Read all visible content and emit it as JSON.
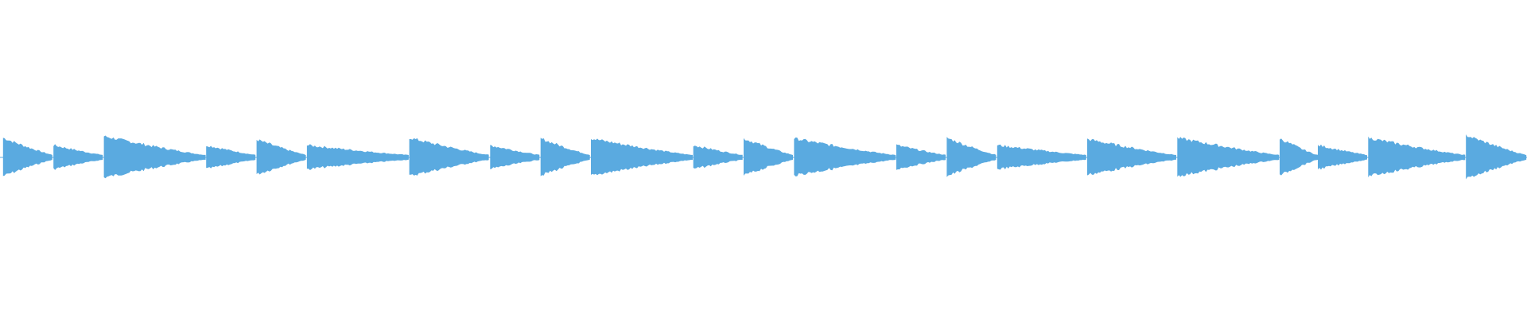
{
  "waveform": {
    "color": "#5aaae0",
    "background": "#ffffff",
    "onsets": [
      0.002,
      0.035,
      0.068,
      0.135,
      0.168,
      0.201,
      0.268,
      0.321,
      0.354,
      0.387,
      0.454,
      0.487,
      0.52,
      0.587,
      0.62,
      0.653,
      0.712,
      0.771,
      0.838,
      0.863,
      0.896,
      0.96
    ],
    "peaks": [
      0.88,
      0.55,
      0.95,
      0.55,
      0.8,
      0.55,
      0.88,
      0.55,
      0.85,
      0.85,
      0.55,
      0.85,
      0.85,
      0.55,
      0.88,
      0.55,
      0.82,
      0.88,
      0.85,
      0.55,
      0.88,
      1.0
    ]
  }
}
